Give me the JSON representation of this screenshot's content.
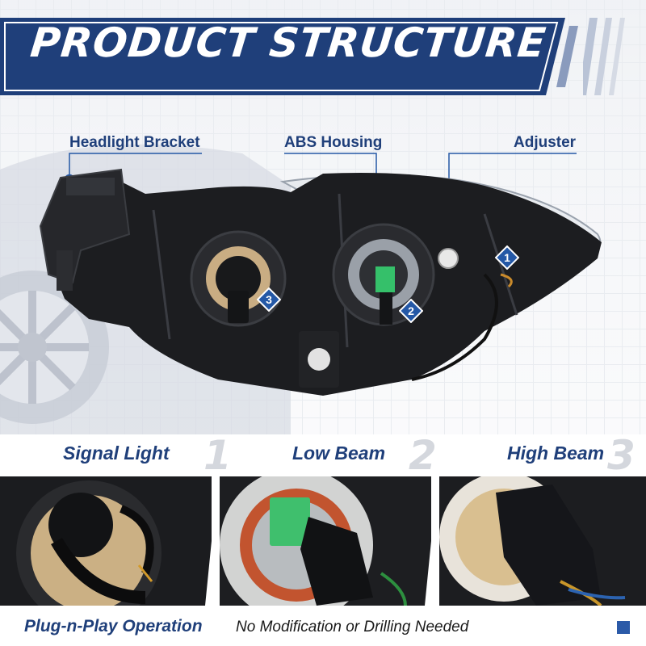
{
  "banner": {
    "title": "PRODUCT STRUCTURE"
  },
  "callouts": {
    "headlight_bracket": "Headlight Bracket",
    "abs_housing": "ABS Housing",
    "adjuster": "Adjuster"
  },
  "markers": [
    "1",
    "2",
    "3"
  ],
  "sections": [
    {
      "label": "Signal Light",
      "number": "1"
    },
    {
      "label": "Low Beam",
      "number": "2"
    },
    {
      "label": "High Beam",
      "number": "3"
    }
  ],
  "footer": {
    "bold": "Plug-n-Play Operation",
    "text": "No Modification or Drilling Needed"
  },
  "colors": {
    "brand_blue": "#1f3f7a",
    "accent_blue": "#2b5aa8",
    "marker_blue": "#2458a6"
  }
}
